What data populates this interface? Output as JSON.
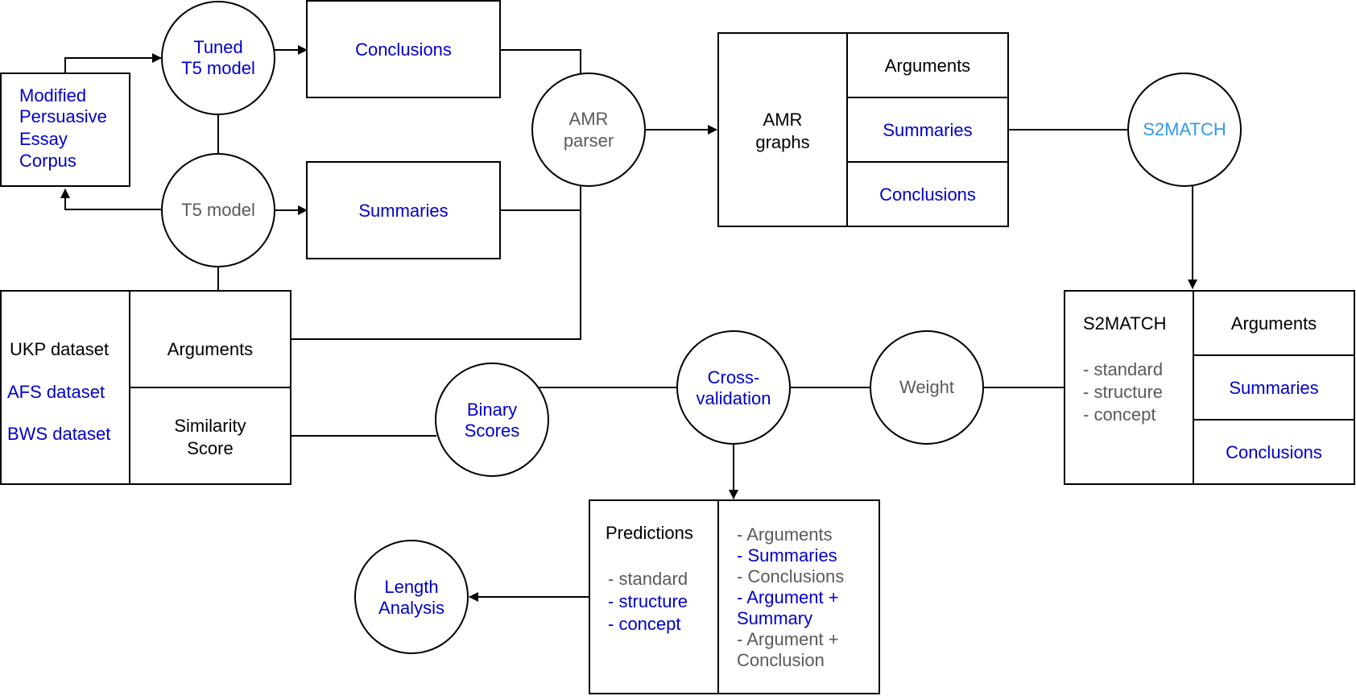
{
  "colors": {
    "blue": "#0000cc",
    "black": "#000000",
    "gray": "#5a5a5a",
    "lightblue": "#3399ee"
  },
  "nodes": {
    "modified_corpus": {
      "lines": [
        "Modified",
        "Persuasive",
        "Essay",
        "Corpus"
      ]
    },
    "tuned_t5": {
      "lines": [
        "Tuned",
        "T5 model"
      ]
    },
    "t5_model": {
      "lines": [
        "T5 model"
      ]
    },
    "conclusions_box": {
      "label": "Conclusions"
    },
    "summaries_box": {
      "label": "Summaries"
    },
    "amr_parser": {
      "lines": [
        "AMR",
        "parser"
      ]
    },
    "amr_graphs": {
      "title_lines": [
        "AMR",
        "graphs"
      ],
      "rows": [
        "Arguments",
        "Summaries",
        "Conclusions"
      ]
    },
    "s2match_circle": {
      "label": "S2MATCH"
    },
    "datasets": {
      "names": [
        "UKP dataset",
        "AFS dataset",
        "BWS dataset"
      ],
      "arguments": "Arguments",
      "similarity_lines": [
        "Similarity",
        "Score"
      ]
    },
    "binary_scores": {
      "lines": [
        "Binary",
        "Scores"
      ]
    },
    "cross_validation": {
      "lines": [
        "Cross-",
        "validation"
      ]
    },
    "weight": {
      "label": "Weight"
    },
    "s2match_table": {
      "title": "S2MATCH",
      "variants": [
        "- standard",
        "- structure",
        "- concept"
      ],
      "rows": [
        "Arguments",
        "Summaries",
        "Conclusions"
      ]
    },
    "predictions": {
      "title": "Predictions",
      "variants": [
        "- standard",
        "- structure",
        "- concept"
      ],
      "inputs": [
        "- Arguments",
        "- Summaries",
        "- Conclusions",
        "- Argument +",
        "Summary",
        "- Argument +",
        "Conclusion"
      ]
    },
    "length_analysis": {
      "lines": [
        "Length",
        "Analysis"
      ]
    }
  }
}
